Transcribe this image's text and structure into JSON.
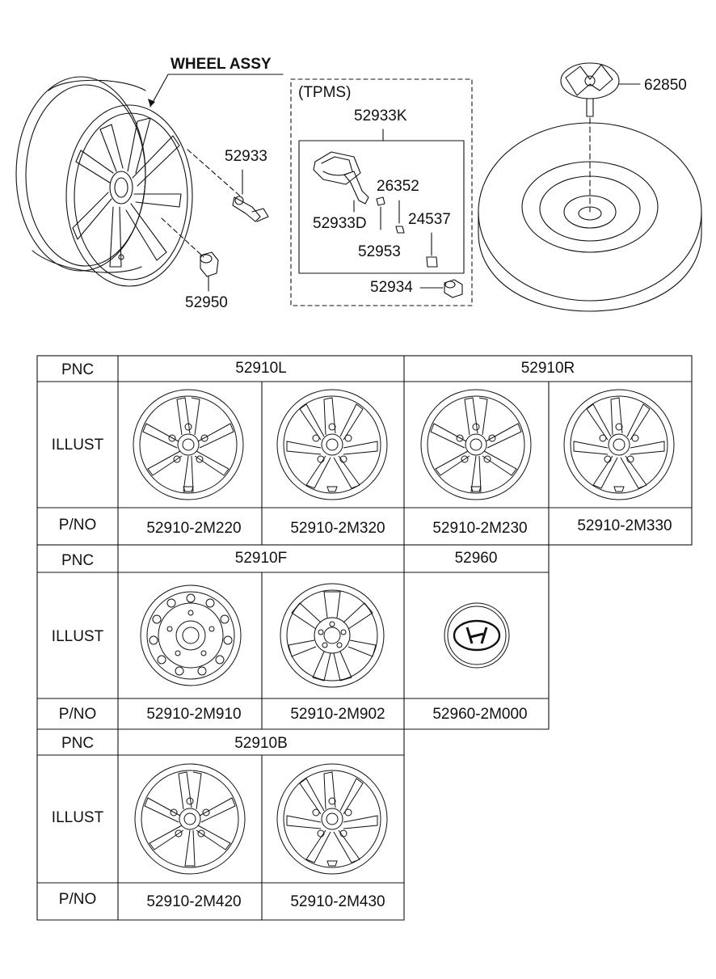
{
  "diagram": {
    "wheel_assy_label": "WHEEL ASSY",
    "tpms_label": "(TPMS)",
    "parts": {
      "p52933": "52933",
      "p52933K": "52933K",
      "p26352": "26352",
      "p52933D": "52933D",
      "p24537": "24537",
      "p52953": "52953",
      "p52934": "52934",
      "p52950": "52950",
      "p62850": "62850"
    }
  },
  "table": {
    "header_pnc": "PNC",
    "header_illust": "ILLUST",
    "header_pno": "P/NO",
    "section1": {
      "pnc_left": "52910L",
      "pnc_right": "52910R",
      "pno": [
        "52910-2M220",
        "52910-2M320",
        "52910-2M230",
        "52910-2M330"
      ]
    },
    "section2": {
      "pnc_left": "52910F",
      "pnc_right": "52960",
      "pno": [
        "52910-2M910",
        "52910-2M902",
        "52960-2M000"
      ]
    },
    "section3": {
      "pnc_left": "52910B",
      "pno": [
        "52910-2M420",
        "52910-2M430"
      ]
    }
  }
}
